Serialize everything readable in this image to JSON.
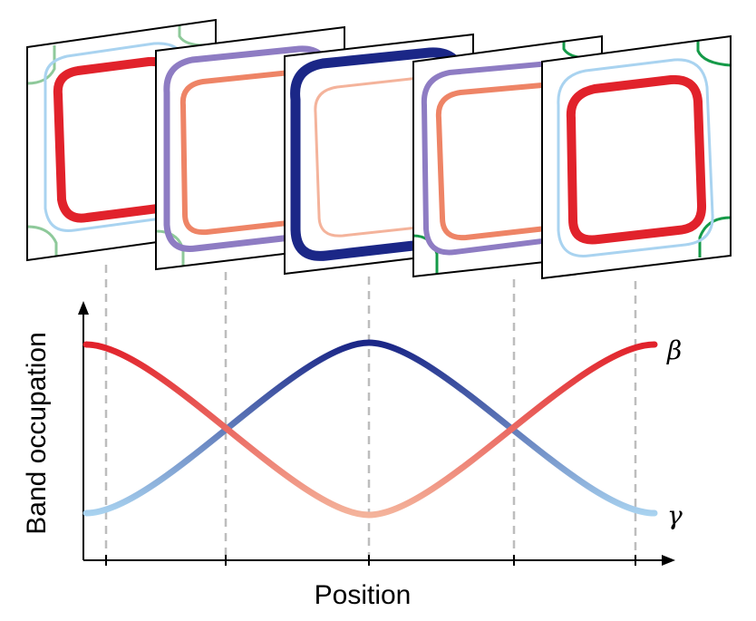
{
  "figure": {
    "xlabel": "Position",
    "ylabel": "Band occupation",
    "series": [
      {
        "label": "β",
        "colors": [
          "#e1222b",
          "#f4b39b"
        ]
      },
      {
        "label": "γ",
        "colors": [
          "#1b2787",
          "#a9d3f0"
        ]
      }
    ],
    "panels_count": 5,
    "colors": {
      "red": "#e1222b",
      "salmon": "#ee8466",
      "lavender": "#8e7cc3",
      "navy": "#1b2787",
      "light_blue": "#a9d3f0",
      "light_green": "#8ec99a",
      "green": "#159a48",
      "guide": "#bdbdbd",
      "axis": "#000000"
    }
  }
}
